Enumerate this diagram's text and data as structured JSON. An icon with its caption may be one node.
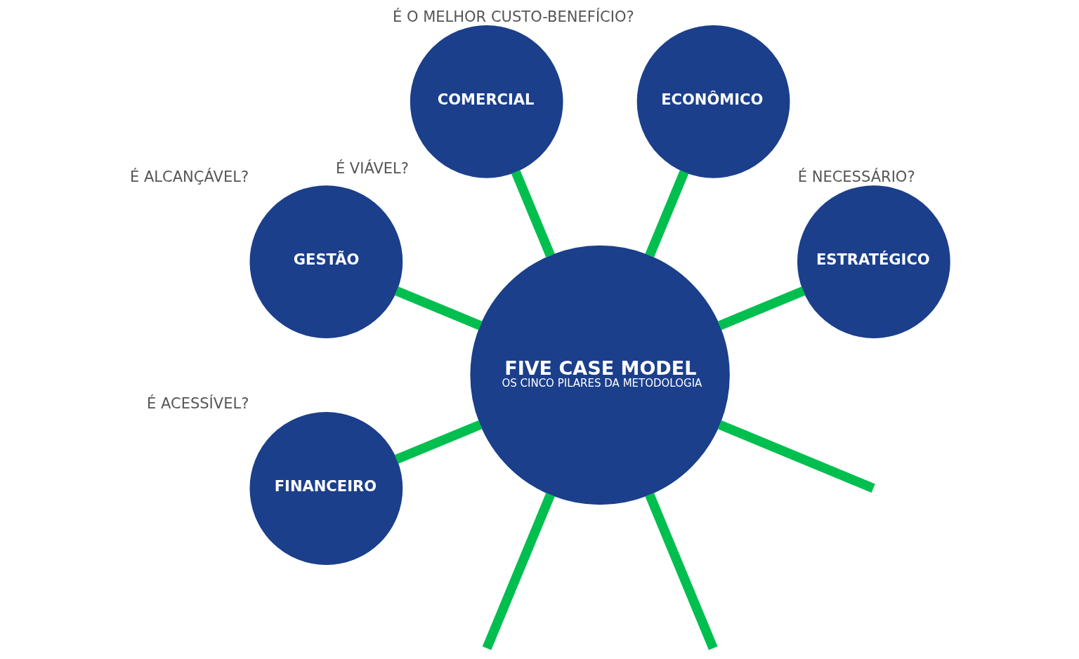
{
  "diagram": {
    "nodes": [
      {
        "text": [
          "FIVE CASE MODEL",
          "OS CINCO PILARES DA METODOLOGIA"
        ]
      },
      {
        "text": [
          "ESTRATÉGICO"
        ],
        "beside": [
          "É NECESSÁRIO?"
        ]
      },
      {
        "text": [
          "ECONÔMICO"
        ],
        "beside": [
          "É O MELHOR CUSTO-BENEFÍCIO?"
        ]
      },
      {
        "text": [
          "COMERCIAL"
        ],
        "beside": [
          "É VIÁVEL?"
        ]
      },
      {
        "text": [
          "GESTÃO"
        ],
        "beside": [
          "É ALCANÇÁVEL?"
        ]
      },
      {
        "text": [
          "FINANCEIRO"
        ],
        "beside": [
          "É ACESSÍVEL?"
        ]
      }
    ],
    "edges": [
      {
        "from": 0,
        "to": 1,
        "arrow": "none"
      },
      {
        "from": 0,
        "to": 3,
        "arrow": "none"
      },
      {
        "from": 0,
        "to": null,
        "arrow": "none"
      },
      {
        "from": 0,
        "to": 5,
        "arrow": "none"
      },
      {
        "from": 0,
        "to": null,
        "arrow": "none"
      },
      {
        "from": 0,
        "to": 4,
        "arrow": "none"
      },
      {
        "from": 0,
        "to": null,
        "arrow": "none"
      },
      {
        "from": 0,
        "to": 2,
        "arrow": "none"
      }
    ]
  }
}
